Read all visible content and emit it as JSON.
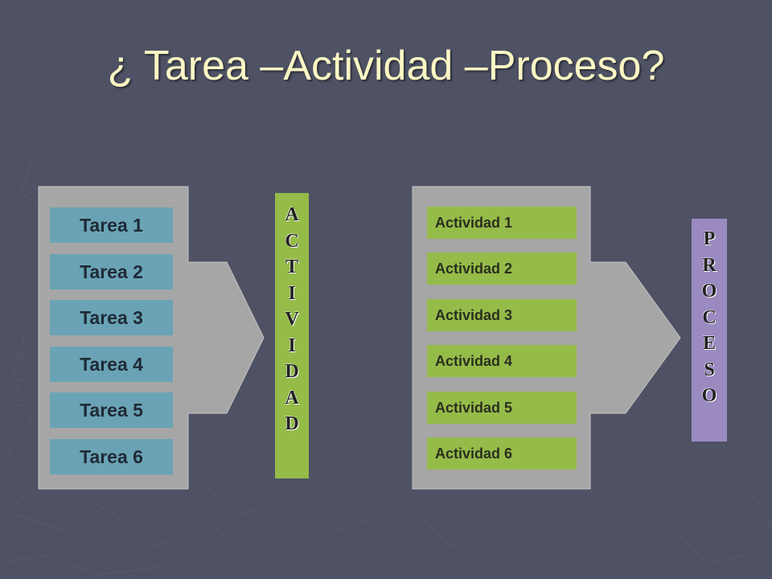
{
  "title": "¿ Tarea –Actividad –Proceso?",
  "tareas": [
    "Tarea 1",
    "Tarea 2",
    "Tarea 3",
    "Tarea 4",
    "Tarea 5",
    "Tarea 6"
  ],
  "actividad_letters": [
    "A",
    "C",
    "T",
    "I",
    "V",
    "I",
    "D",
    "A",
    "D"
  ],
  "actividades": [
    "Actividad 1",
    "Actividad 2",
    "Actividad 3",
    "Actividad 4",
    "Actividad 5",
    "Actividad 6"
  ],
  "proceso_letters": [
    "P",
    "R",
    "O",
    "C",
    "E",
    "S",
    "O"
  ],
  "colors": {
    "background": "#4e5264",
    "title": "#fcf7c4",
    "arrow": "#a6a6a6",
    "tarea_box": "#6aa3b5",
    "actividad_box": "#95bb49",
    "proceso_box": "#9a8ac0"
  }
}
